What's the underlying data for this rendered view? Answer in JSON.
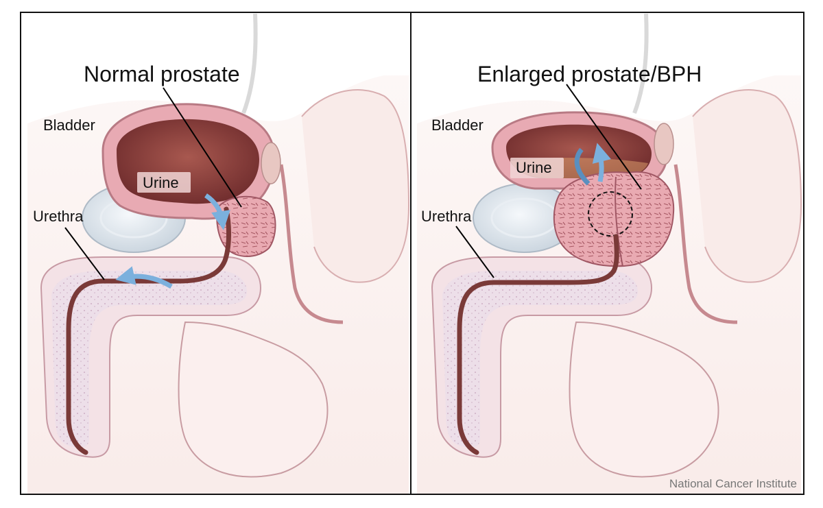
{
  "panels": [
    {
      "title": "Normal prostate",
      "labels": {
        "bladder": "Bladder",
        "urine": "Urine",
        "urethra": "Urethra"
      }
    },
    {
      "title": "Enlarged prostate/BPH",
      "labels": {
        "bladder": "Bladder",
        "urine": "Urine",
        "urethra": "Urethra"
      }
    }
  ],
  "credit": "National Cancer Institute",
  "colors": {
    "frame": "#111111",
    "skin": "#f6e3df",
    "tissue_line": "#b27a7d",
    "bladder_wall": "#d79aa2",
    "bladder_inside": "#8a3c3c",
    "prostate": "#e6a3ab",
    "urethra": "#7a3a38",
    "spongy": "#e7dbe8",
    "pubic_bone": "#dfe7ef",
    "arrow": "#7bb0dd"
  }
}
